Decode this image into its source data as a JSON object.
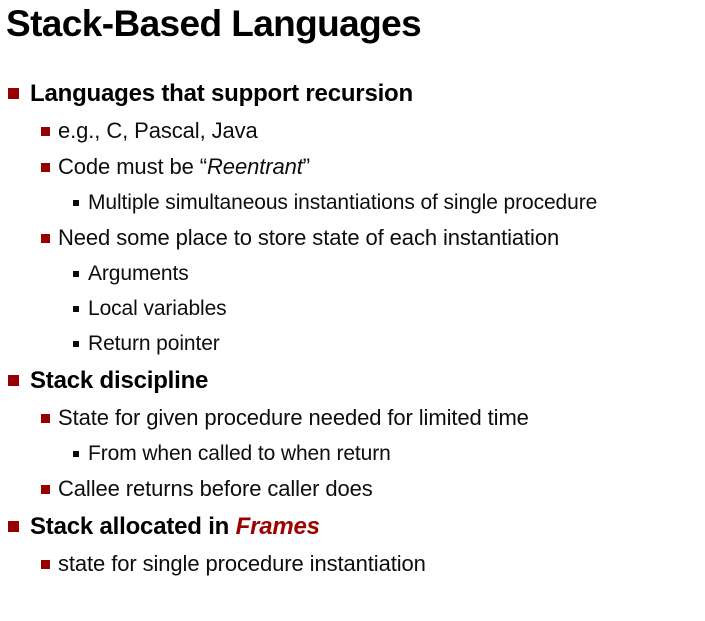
{
  "slide": {
    "title": "Stack-Based Languages",
    "background_color": "#ffffff",
    "title_color": "#000000",
    "accent_color": "#960000",
    "bullets": [
      {
        "level": 1,
        "text": "Languages that support recursion",
        "marker": "red-square-bullet"
      },
      {
        "level": 2,
        "text": "e.g., C, Pascal, Java",
        "marker": "red-square-bullet"
      },
      {
        "level": 2,
        "text_prefix": "Code must be “",
        "text_emphasis": "Reentrant",
        "text_suffix": "”",
        "marker": "red-square-bullet"
      },
      {
        "level": 3,
        "text": "Multiple simultaneous instantiations of single procedure",
        "marker": "dark-square-bullet"
      },
      {
        "level": 2,
        "text": "Need some place to store state of each instantiation",
        "marker": "red-square-bullet"
      },
      {
        "level": 3,
        "text": "Arguments",
        "marker": "dark-square-bullet"
      },
      {
        "level": 3,
        "text": "Local variables",
        "marker": "dark-square-bullet"
      },
      {
        "level": 3,
        "text": "Return pointer",
        "marker": "dark-square-bullet"
      },
      {
        "level": 1,
        "text": "Stack discipline",
        "marker": "red-square-bullet"
      },
      {
        "level": 2,
        "text": "State for given procedure needed for limited time",
        "marker": "red-square-bullet"
      },
      {
        "level": 3,
        "text": "From when called to when return",
        "marker": "dark-square-bullet"
      },
      {
        "level": 2,
        "text": "Callee returns before caller does",
        "marker": "red-square-bullet"
      },
      {
        "level": 1,
        "text_prefix": "Stack allocated in ",
        "text_emphasis": "Frames",
        "text_suffix": "",
        "marker": "red-square-bullet"
      },
      {
        "level": 2,
        "text": "state for single procedure instantiation",
        "marker": "red-square-bullet"
      }
    ]
  }
}
